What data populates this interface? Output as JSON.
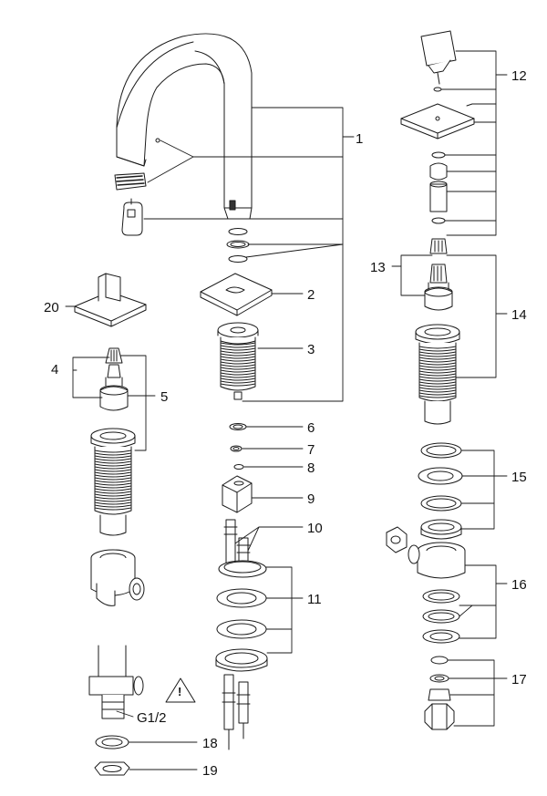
{
  "diagram": {
    "part_numbers": [
      "1",
      "2",
      "3",
      "4",
      "5",
      "6",
      "7",
      "8",
      "9",
      "10",
      "11",
      "12",
      "13",
      "14",
      "15",
      "16",
      "17",
      "18",
      "19",
      "20"
    ],
    "thread_label": "G1/2",
    "warning_icon": "warning-triangle-icon",
    "warning_symbol": "!",
    "line_color": "#1a1a1a"
  }
}
